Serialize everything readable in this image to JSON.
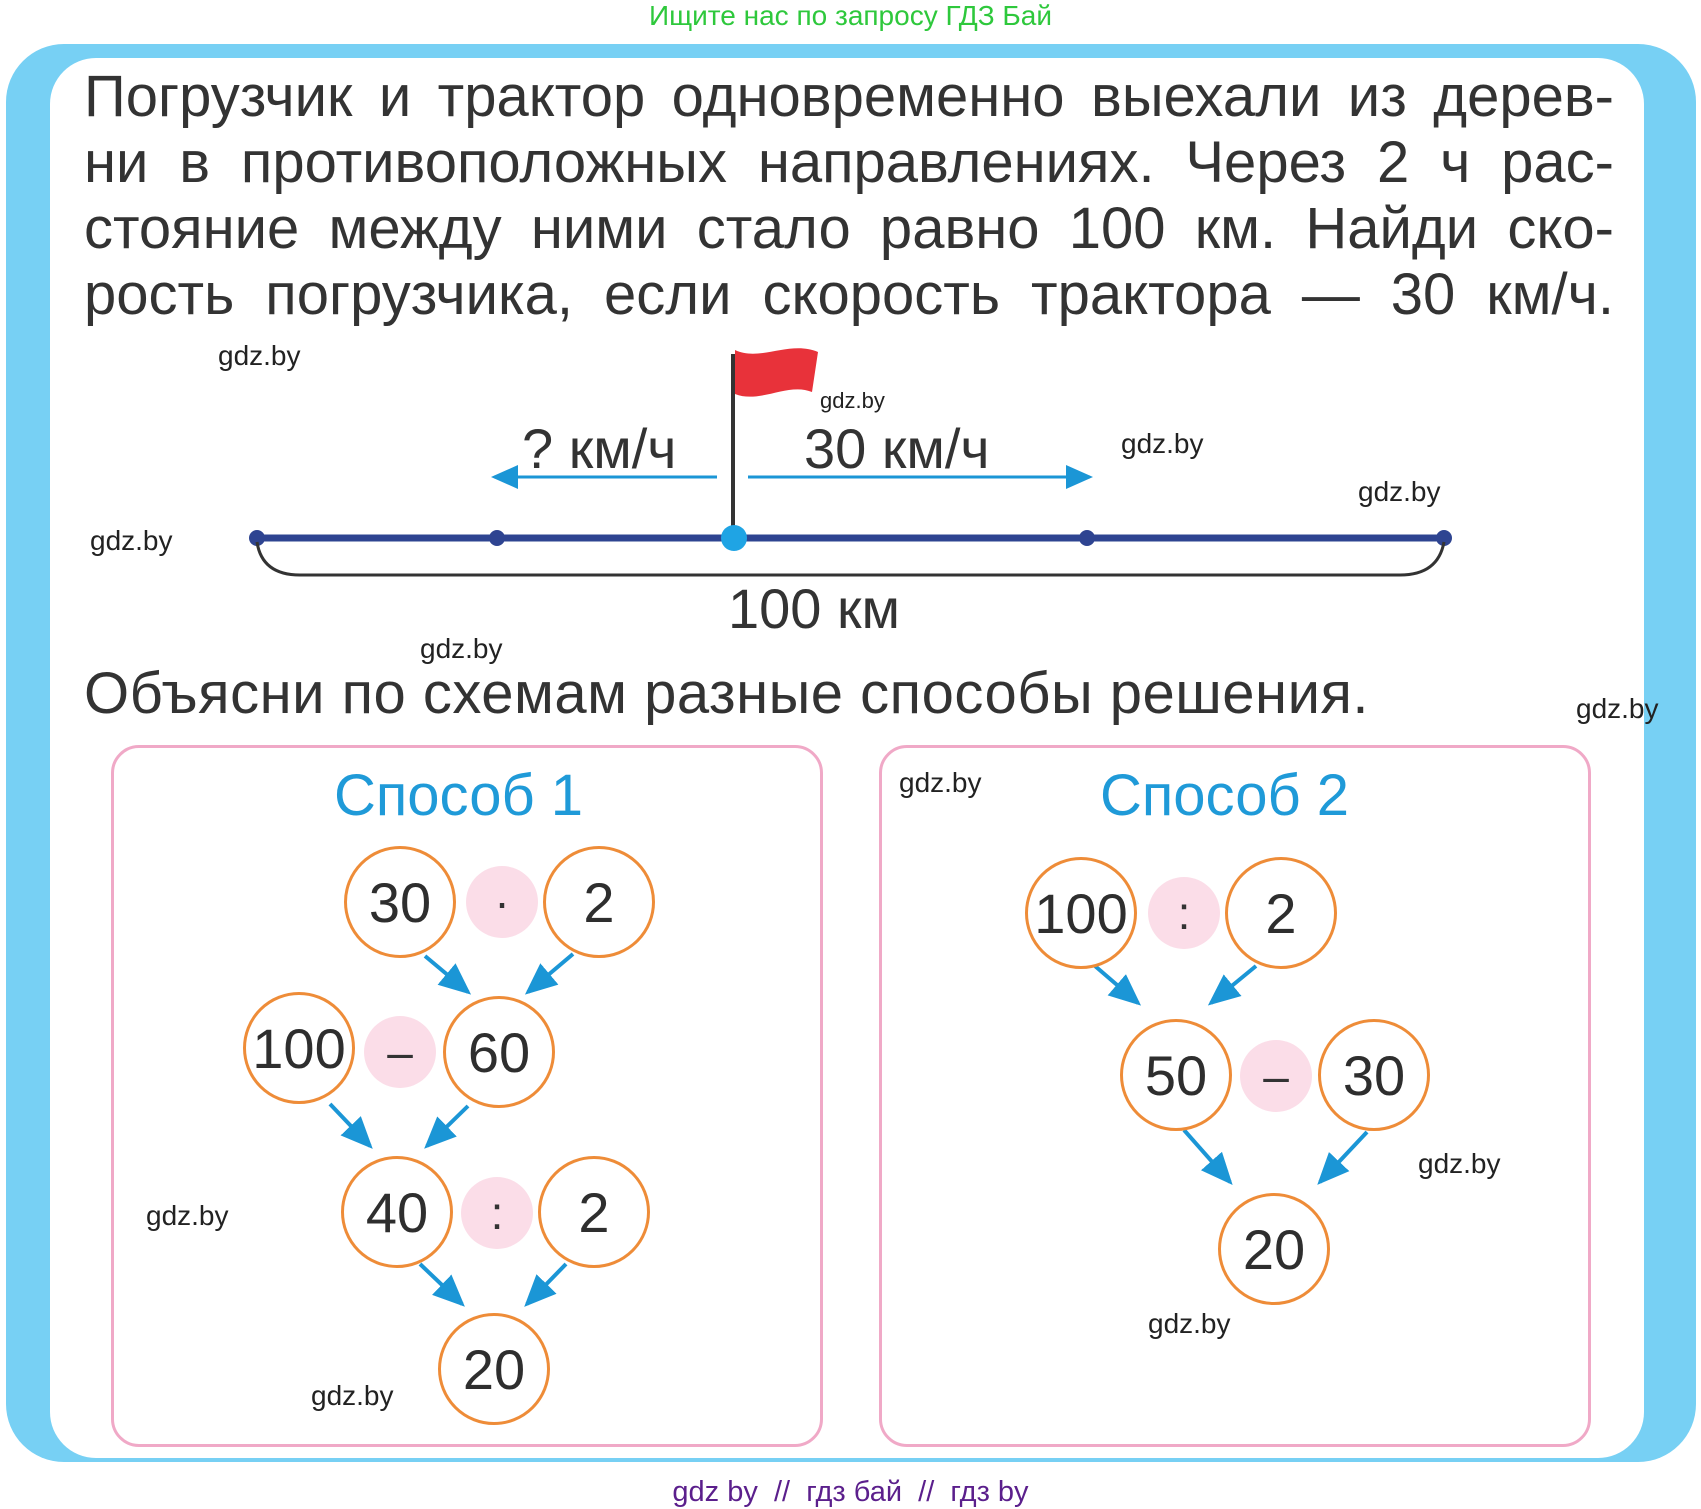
{
  "header_note": "Ищите нас по запросу ГДЗ Бай",
  "problem_lines": [
    "Погрузчик и трактор одновременно выехали из дерев-",
    "ни в противоположных направлениях. Через 2 ч рас-",
    "стояние между ними стало равно 100 км. Найди ско-",
    "рость погрузчика, если скорость трактора — 30 км/ч."
  ],
  "diagram": {
    "left_speed": "? км/ч",
    "right_speed": "30 км/ч",
    "total_distance": "100 км"
  },
  "explain_text": "Объясни по схемам разные способы решения.",
  "method1": {
    "title": "Способ 1",
    "row1": {
      "a": "30",
      "op": "·",
      "b": "2"
    },
    "row2": {
      "a": "100",
      "op": "–",
      "b": "60"
    },
    "row3": {
      "a": "40",
      "op": ":",
      "b": "2"
    },
    "result": "20"
  },
  "method2": {
    "title": "Способ 2",
    "row1": {
      "a": "100",
      "op": ":",
      "b": "2"
    },
    "row2": {
      "a": "50",
      "op": "–",
      "b": "30"
    },
    "result": "20"
  },
  "watermark": "gdz.by",
  "footer": "gdz by  //  гдз бай  //  гдз by",
  "colors": {
    "frame": "#77d0f4",
    "road": "#2e4491",
    "arrow": "#1b96d6",
    "flag": "#e8323a",
    "node_border": "#ee8c38",
    "operator_bg": "#fbdde8",
    "scheme_border": "#f0a9c7",
    "method_title": "#1f9ad8"
  }
}
